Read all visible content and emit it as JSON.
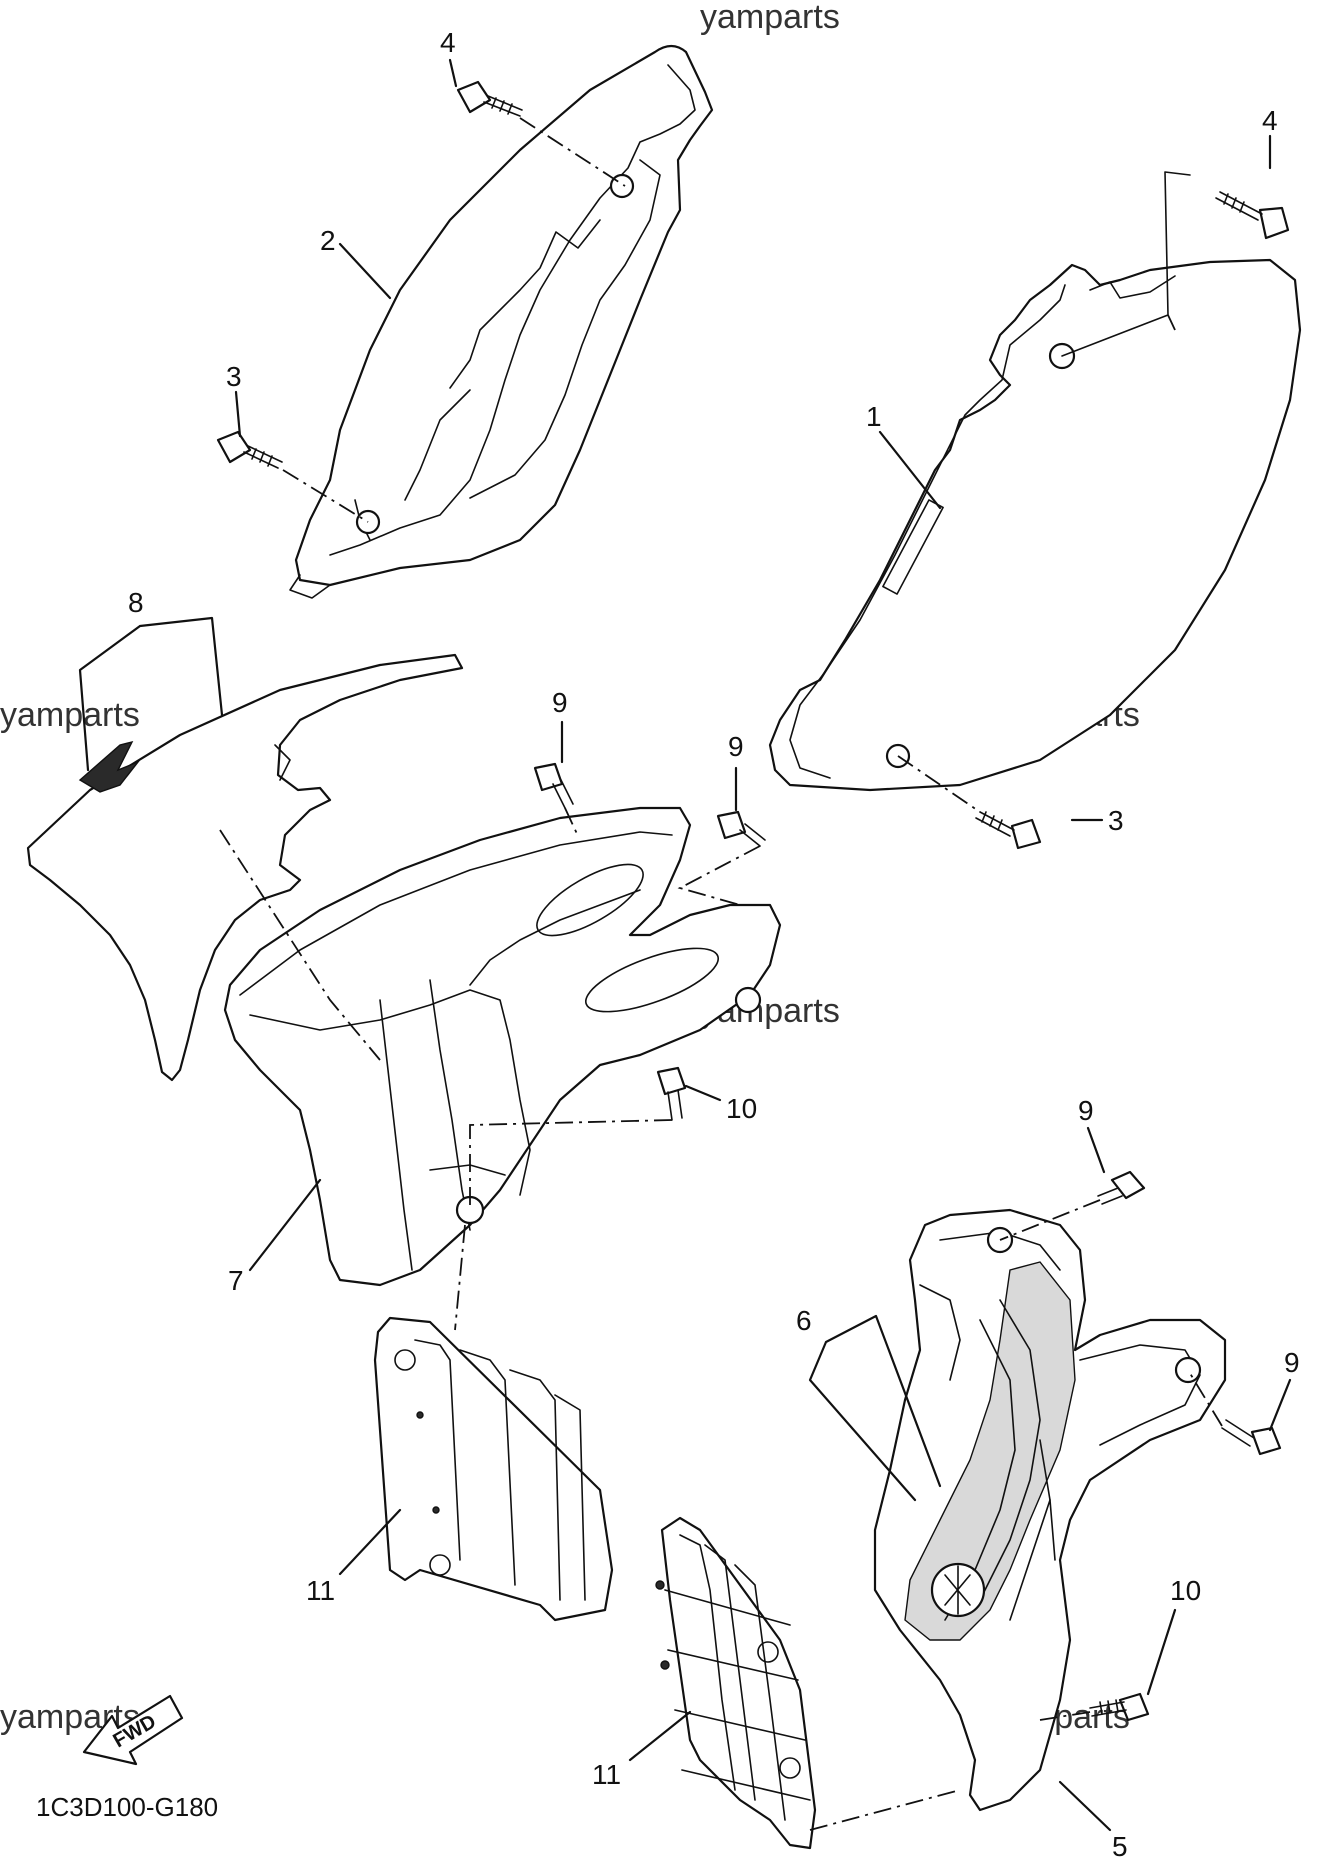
{
  "watermarks": [
    "yamparts",
    "yamparts",
    "yamparts",
    "yamparts",
    "yamparts",
    "yamparts"
  ],
  "diagram_code": "1C3D100-G180",
  "fwd_label": "FWD",
  "callouts": [
    "1",
    "2",
    "3",
    "3",
    "4",
    "4",
    "5",
    "6",
    "7",
    "8",
    "9",
    "9",
    "9",
    "9",
    "10",
    "10",
    "11",
    "11"
  ]
}
